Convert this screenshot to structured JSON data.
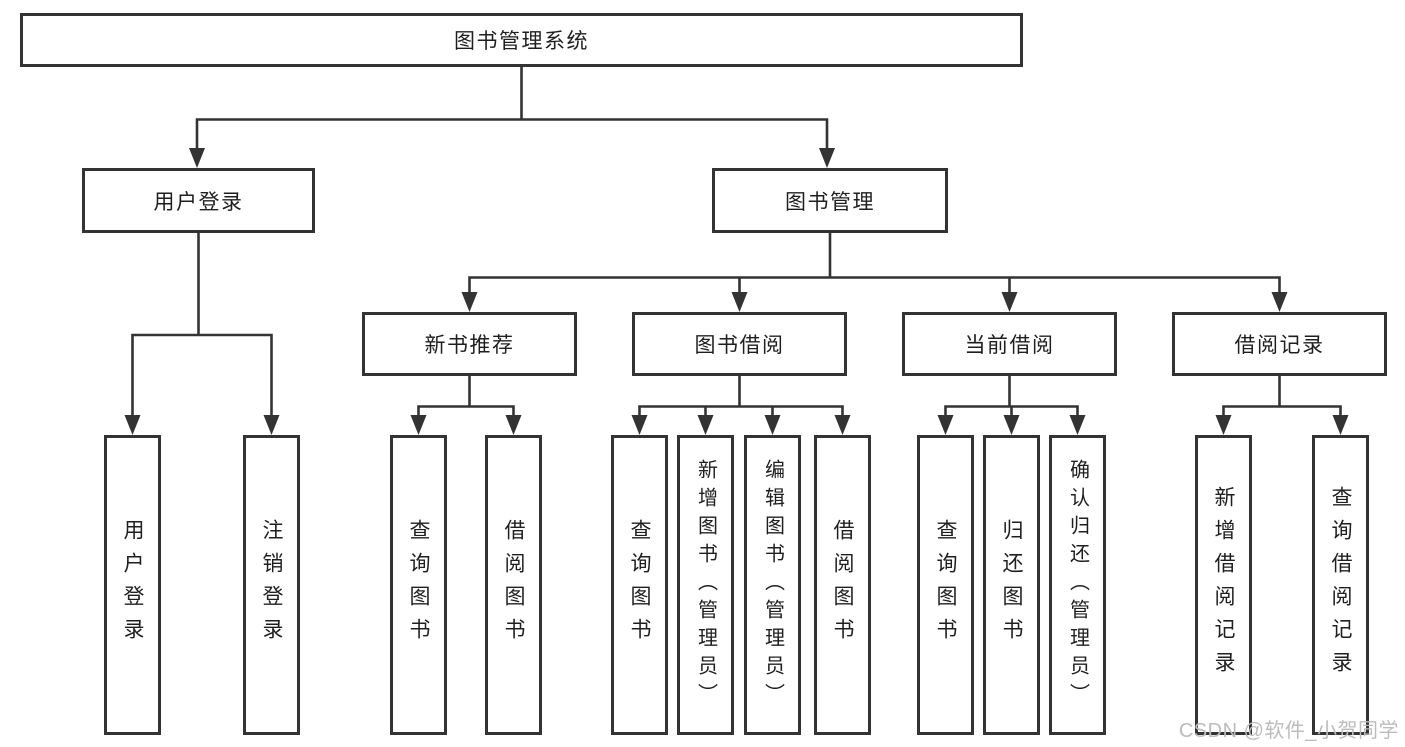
{
  "tree": {
    "root": "图书管理系统",
    "branches": [
      {
        "label": "用户登录",
        "children": [
          "用户登录",
          "注销登录"
        ]
      },
      {
        "label": "图书管理",
        "sections": [
          {
            "label": "新书推荐",
            "children": [
              "查询图书",
              "借阅图书"
            ]
          },
          {
            "label": "图书借阅",
            "children": [
              "查询图书",
              "新增图书（管理员）",
              "编辑图书（管理员）",
              "借阅图书"
            ]
          },
          {
            "label": "当前借阅",
            "children": [
              "查询图书",
              "归还图书",
              "确认归还（管理员）"
            ]
          },
          {
            "label": "借阅记录",
            "children": [
              "新增借阅记录",
              "查询借阅记录"
            ]
          }
        ]
      }
    ]
  },
  "watermark": "CSDN @软件_小贺同学",
  "colors": {
    "line": "#333333",
    "ink": "#1f1f1f",
    "background": "#ffffff",
    "watermark": "#bcbcbc"
  }
}
